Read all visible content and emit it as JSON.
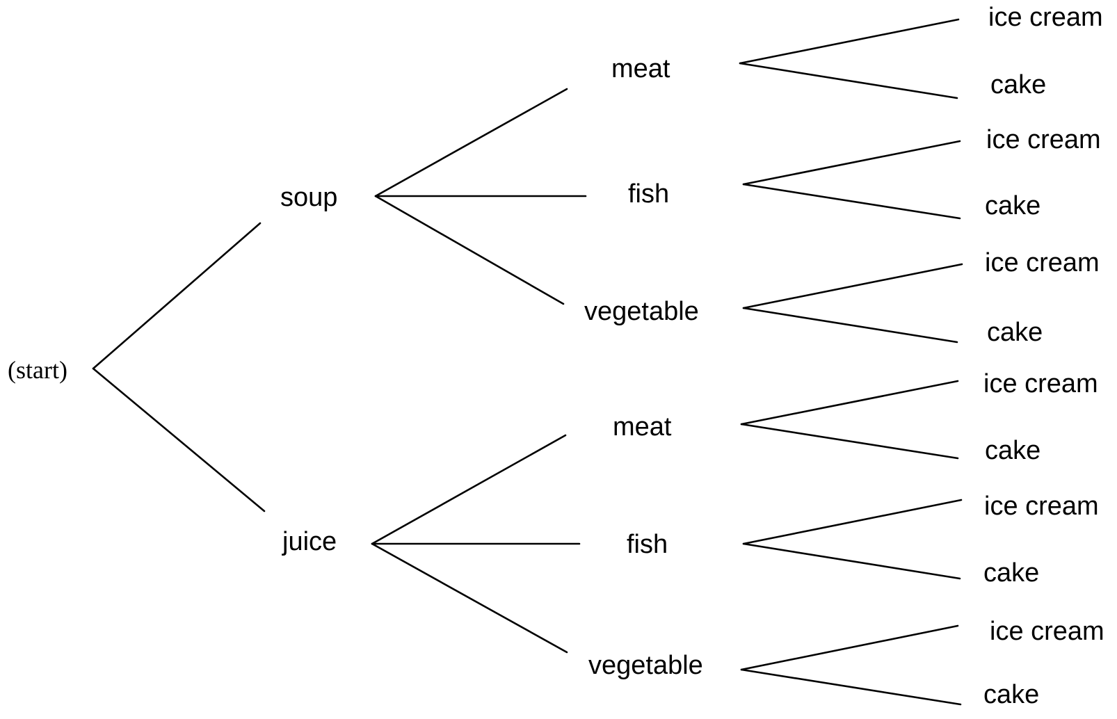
{
  "tree": {
    "root": "(start)",
    "children": [
      {
        "label": "soup",
        "children": [
          {
            "label": "meat",
            "children": [
              "ice cream",
              "cake"
            ]
          },
          {
            "label": "fish",
            "children": [
              "ice cream",
              "cake"
            ]
          },
          {
            "label": "vegetable",
            "children": [
              "ice cream",
              "cake"
            ]
          }
        ]
      },
      {
        "label": "juice",
        "children": [
          {
            "label": "meat",
            "children": [
              "ice cream",
              "cake"
            ]
          },
          {
            "label": "fish",
            "children": [
              "ice cream",
              "cake"
            ]
          },
          {
            "label": "vegetable",
            "children": [
              "ice cream",
              "cake"
            ]
          }
        ]
      }
    ]
  }
}
